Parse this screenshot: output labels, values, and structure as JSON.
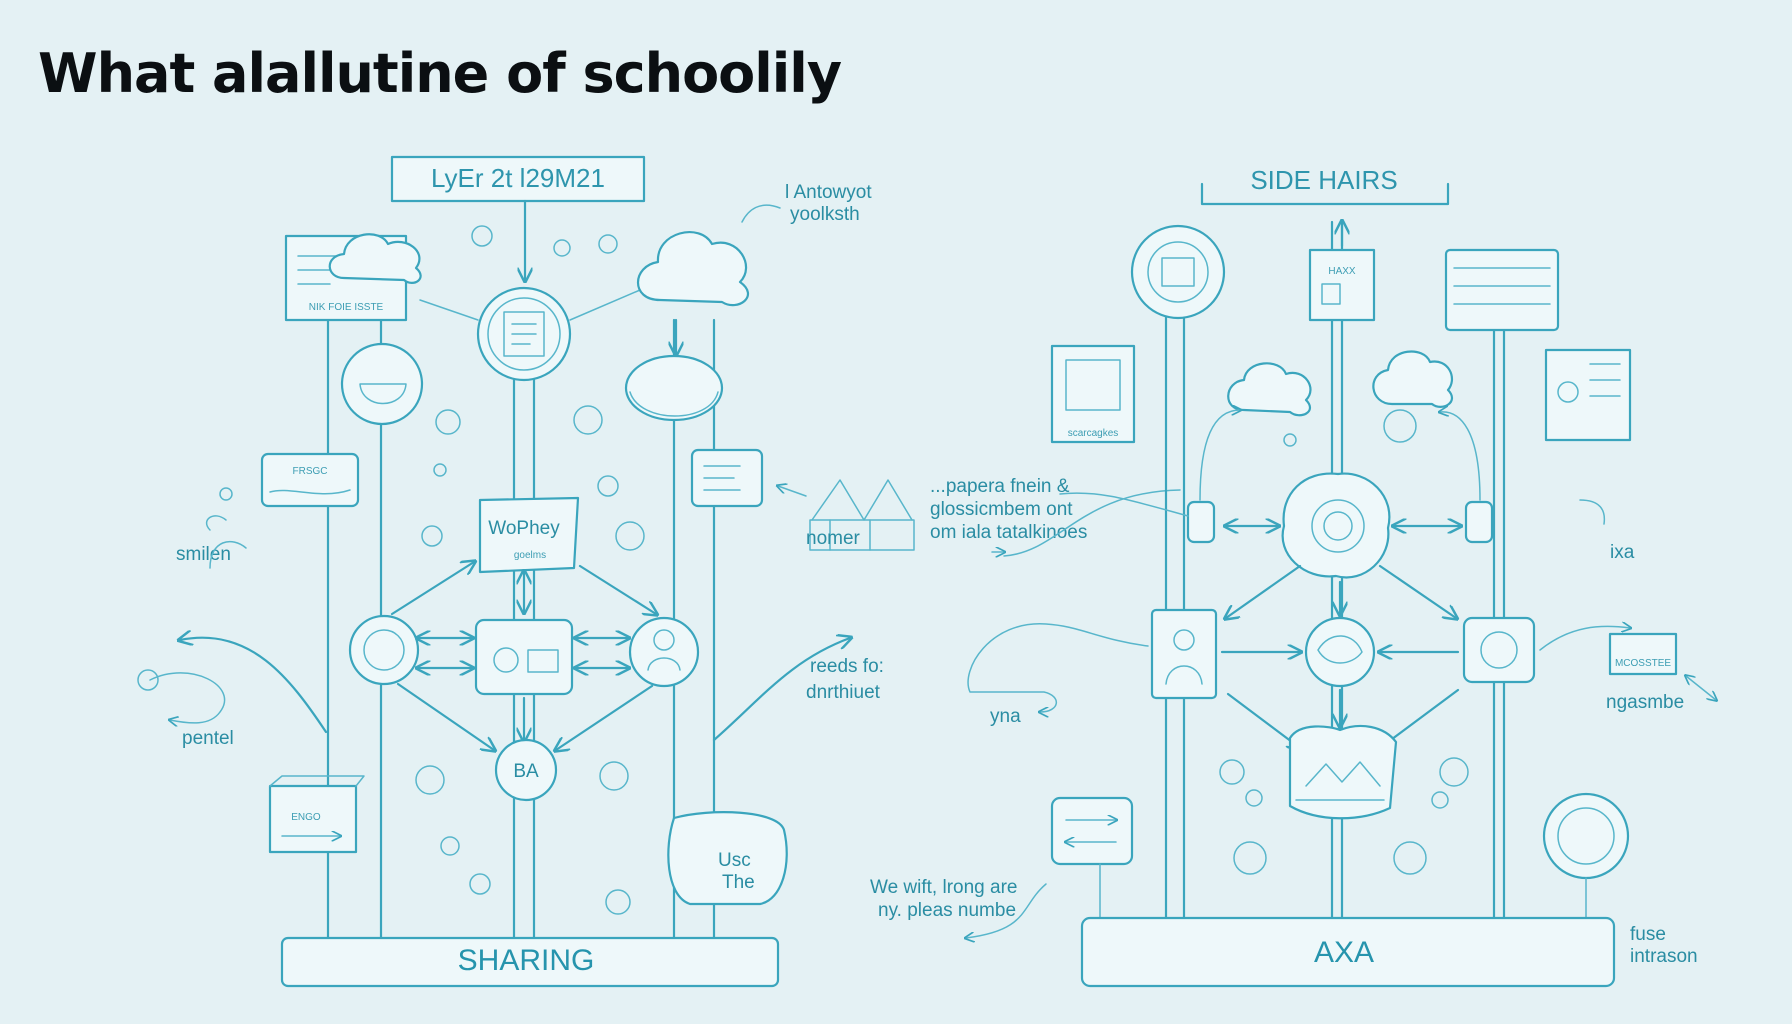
{
  "title": "What alallutine of schoolily",
  "left": {
    "top_box": "LyEr 2t l29M21",
    "top_note": [
      "l Antowyot",
      "yoolksth"
    ],
    "hex_label": [
      "WoPhey",
      "goelms"
    ],
    "node_bottom": "BA",
    "bottom_bar": "SHARING",
    "doc_card_caption": "NIK FOIE   ISSTE",
    "box_left_caption": "FRSGC",
    "crate_caption": "ENGO",
    "scroll_caption": [
      "Usc",
      "The"
    ],
    "annotations": {
      "smilen": "smilen",
      "pentel": "pentel",
      "nomer": "nomer",
      "reeds": [
        "reeds fo:",
        "dnrthiuet"
      ]
    }
  },
  "middle": {
    "paper_note": [
      "...papera fnein &",
      "glossicmbem ont",
      "om iala tatalkinoes"
    ]
  },
  "right": {
    "top_box": "SIDE HAIRS",
    "panel_caption": "HAXX",
    "frame_caption": "scarcagkes",
    "bottom_bar": "AXA",
    "annotations": {
      "ixa": "ixa",
      "yna": "yna",
      "ngasmbe": "ngasmbe",
      "wewift": [
        "We wift, lrong are",
        "ny. pleas numbe"
      ],
      "fuse": [
        "fuse",
        "intrason"
      ],
      "small_card": "MCOSSTEE"
    }
  },
  "colors": {
    "background": "#e4f1f4",
    "line": "#3aa5bd",
    "text": "#2a8da3",
    "title": "#0b0f12"
  }
}
